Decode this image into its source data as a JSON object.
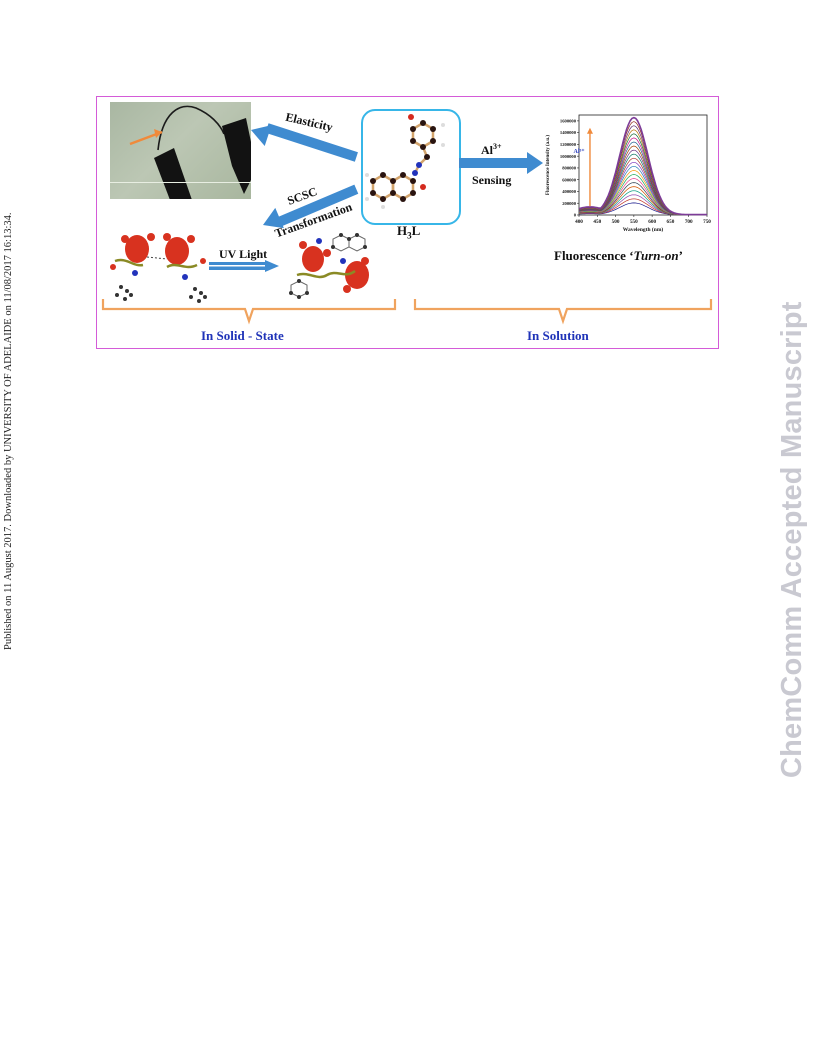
{
  "side_note": "Published on 11 August 2017. Downloaded by UNIVERSITY OF ADELAIDE on 11/08/2017 16:13:34.",
  "watermark": "ChemComm Accepted Manuscript",
  "figure": {
    "labels": {
      "elasticity": "Elasticity",
      "scsc": "SCSC",
      "transformation": "Transformation",
      "uv_light": "UV Light",
      "al_main": "Al",
      "al_sup": "3+",
      "sensing": "Sensing",
      "ligand_main": "H",
      "ligand_sub": "3",
      "ligand_tail": "L",
      "fluorescence_prefix": "Fluorescence ‘",
      "fluorescence_italic": "Turn-on",
      "fluorescence_suffix": "’"
    },
    "sections": {
      "solid": "In Solid - State",
      "solution": "In Solution"
    },
    "colors": {
      "frame": "#d45bd8",
      "arrow": "#3f8bd0",
      "box_border": "#37b6e8",
      "brace": "#f0a35e",
      "section_text": "#1f33b8",
      "watermark": "#c9c9d1"
    }
  },
  "chart_data": {
    "type": "line",
    "xlabel": "Wavelength (nm)",
    "ylabel": "Fluorescence Intensity (a.u.)",
    "xlim": [
      400,
      750
    ],
    "ylim": [
      0,
      1700000
    ],
    "xticks": [
      400,
      450,
      500,
      550,
      600,
      650,
      700,
      750
    ],
    "yticks": [
      0,
      200000,
      400000,
      600000,
      800000,
      1000000,
      1200000,
      1400000,
      1600000
    ],
    "peak_x": 550,
    "peak_top": 1650000,
    "peak_bottom": 200000,
    "n_series": 22,
    "annotation": "Al³⁺",
    "grid": false
  }
}
